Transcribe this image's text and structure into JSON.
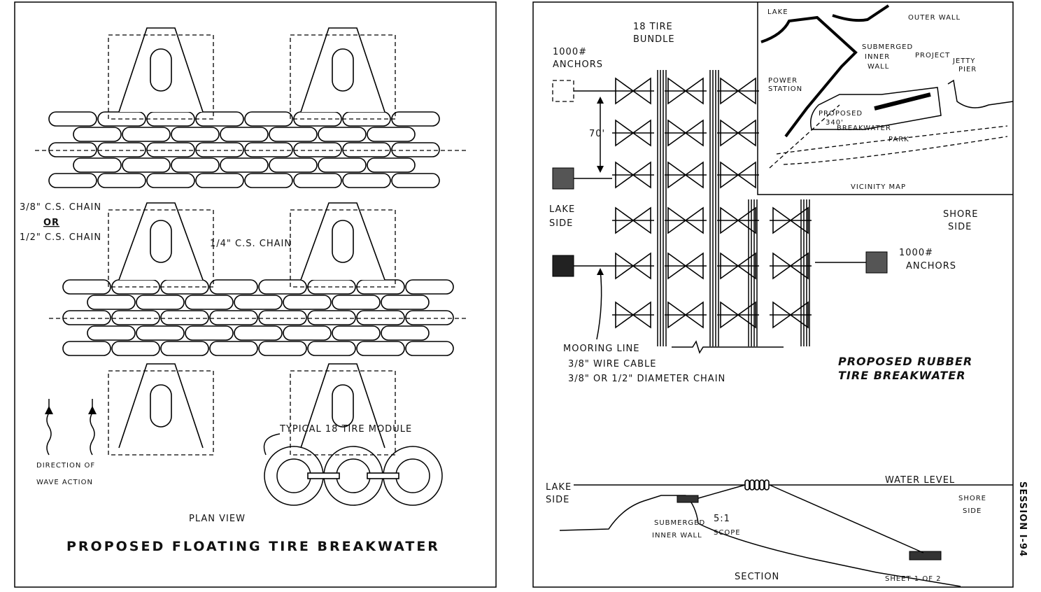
{
  "plan_sheet": {
    "chain_label_1": "3/8\" C.S. CHAIN",
    "chain_or": "OR",
    "chain_label_2": "1/2\" C.S. CHAIN",
    "chain_label_3": "1/4\" C.S. CHAIN",
    "module_label": "TYPICAL 18 TIRE MODULE",
    "wave_label_1": "DIRECTION OF",
    "wave_label_2": "WAVE ACTION",
    "view_label": "PLAN VIEW",
    "title": "PROPOSED  FLOATING  TIRE  BREAKWATER"
  },
  "layout_sheet": {
    "bundle_label_1": "18 TIRE",
    "bundle_label_2": "BUNDLE",
    "anchors_left_1": "1000#",
    "anchors_left_2": "ANCHORS",
    "spacing": "70'",
    "lake_side_1": "LAKE",
    "lake_side_2": "SIDE",
    "shore_side_1": "SHORE",
    "shore_side_2": "SIDE",
    "anchors_right_1": "1000#",
    "anchors_right_2": "ANCHORS",
    "mooring_1": "MOORING LINE",
    "mooring_2": "3/8\" WIRE CABLE",
    "mooring_3": "3/8\" OR 1/2\" DIAMETER CHAIN",
    "title_1": "PROPOSED  RUBBER",
    "title_2": "TIRE  BREAKWATER"
  },
  "vicinity_map": {
    "lake": "LAKE",
    "outer_wall": "OUTER WALL",
    "power_1": "POWER",
    "power_2": "STATION",
    "inner_1": "SUBMERGED",
    "inner_2": "INNER",
    "inner_3": "WALL",
    "project": "PROJECT",
    "jetty_1": "JETTY",
    "jetty_2": "PIER",
    "proposed_1": "PROPOSED",
    "proposed_2": "340'",
    "proposed_3": "BREAKWATER",
    "park": "PARK",
    "title": "VICINITY MAP"
  },
  "section": {
    "lake_side_1": "LAKE",
    "lake_side_2": "SIDE",
    "water_level": "WATER LEVEL",
    "shore_side_1": "SHORE",
    "shore_side_2": "SIDE",
    "wall_1": "SUBMERGED",
    "wall_2": "INNER WALL",
    "slope_1": "5:1",
    "slope_2": "SCOPE",
    "title": "SECTION",
    "sheet": "SHEET 1 OF 2"
  },
  "session": "SESSION I-94"
}
